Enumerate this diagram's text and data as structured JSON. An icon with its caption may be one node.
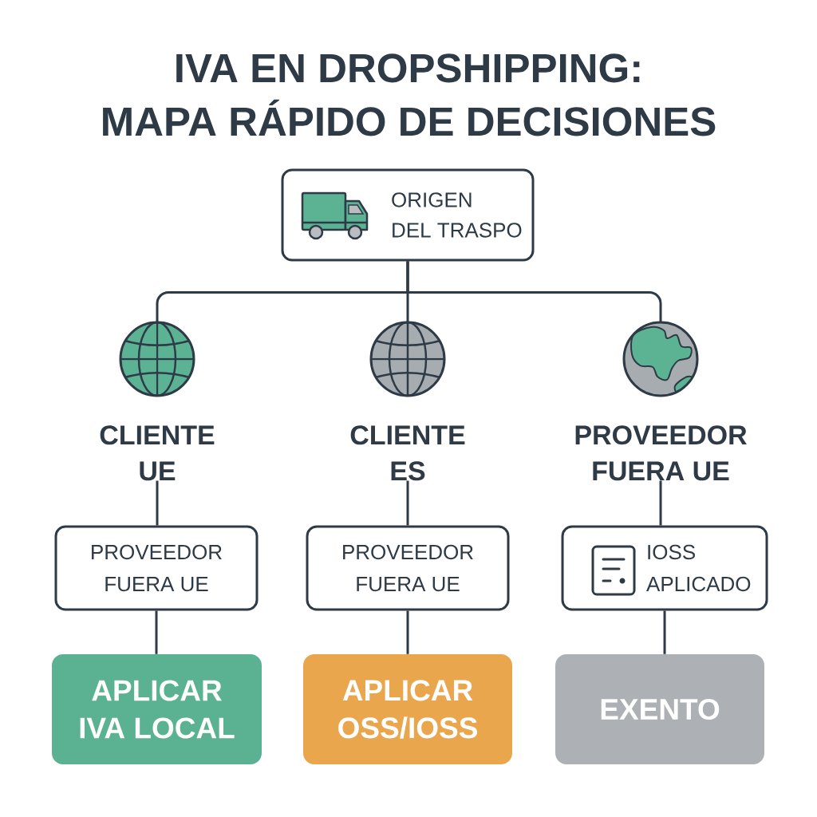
{
  "diagram": {
    "title": "IVA EN DROPSHIPPING: MAPA RÁPIDO DE DECISIONES",
    "nodes": [
      {
        "text": [
          "ORIGEN DEL TRASPO"
        ]
      },
      {
        "text": [
          "CLIENTE UE"
        ]
      },
      {
        "text": [
          "CLIENTE ES"
        ]
      },
      {
        "text": [
          "PROVEEDOR FUERA UE"
        ]
      },
      {
        "text": [
          "PROVEEDOR FUERA UE"
        ]
      },
      {
        "text": [
          "PROVEEDOR FUERA UE"
        ]
      },
      {
        "text": [
          "IOSS APLICADO"
        ]
      },
      {
        "text": [
          "APLICAR IVA LOCAL"
        ]
      },
      {
        "text": [
          "APLICAR OSS/IOSS"
        ]
      },
      {
        "text": [
          "EXENTO"
        ]
      }
    ],
    "edges": [
      {
        "from": 0,
        "to": 1,
        "arrow": "none"
      },
      {
        "from": 0,
        "to": 2,
        "arrow": "none"
      },
      {
        "from": 0,
        "to": 3,
        "arrow": "none"
      },
      {
        "from": 1,
        "to": 4,
        "arrow": "none"
      },
      {
        "from": 2,
        "to": 5,
        "arrow": "none"
      },
      {
        "from": 3,
        "to": 6,
        "arrow": "none"
      },
      {
        "from": 4,
        "to": 7,
        "arrow": "none"
      },
      {
        "from": 5,
        "to": 8,
        "arrow": "none"
      },
      {
        "from": 6,
        "to": 9,
        "arrow": "none"
      }
    ]
  }
}
